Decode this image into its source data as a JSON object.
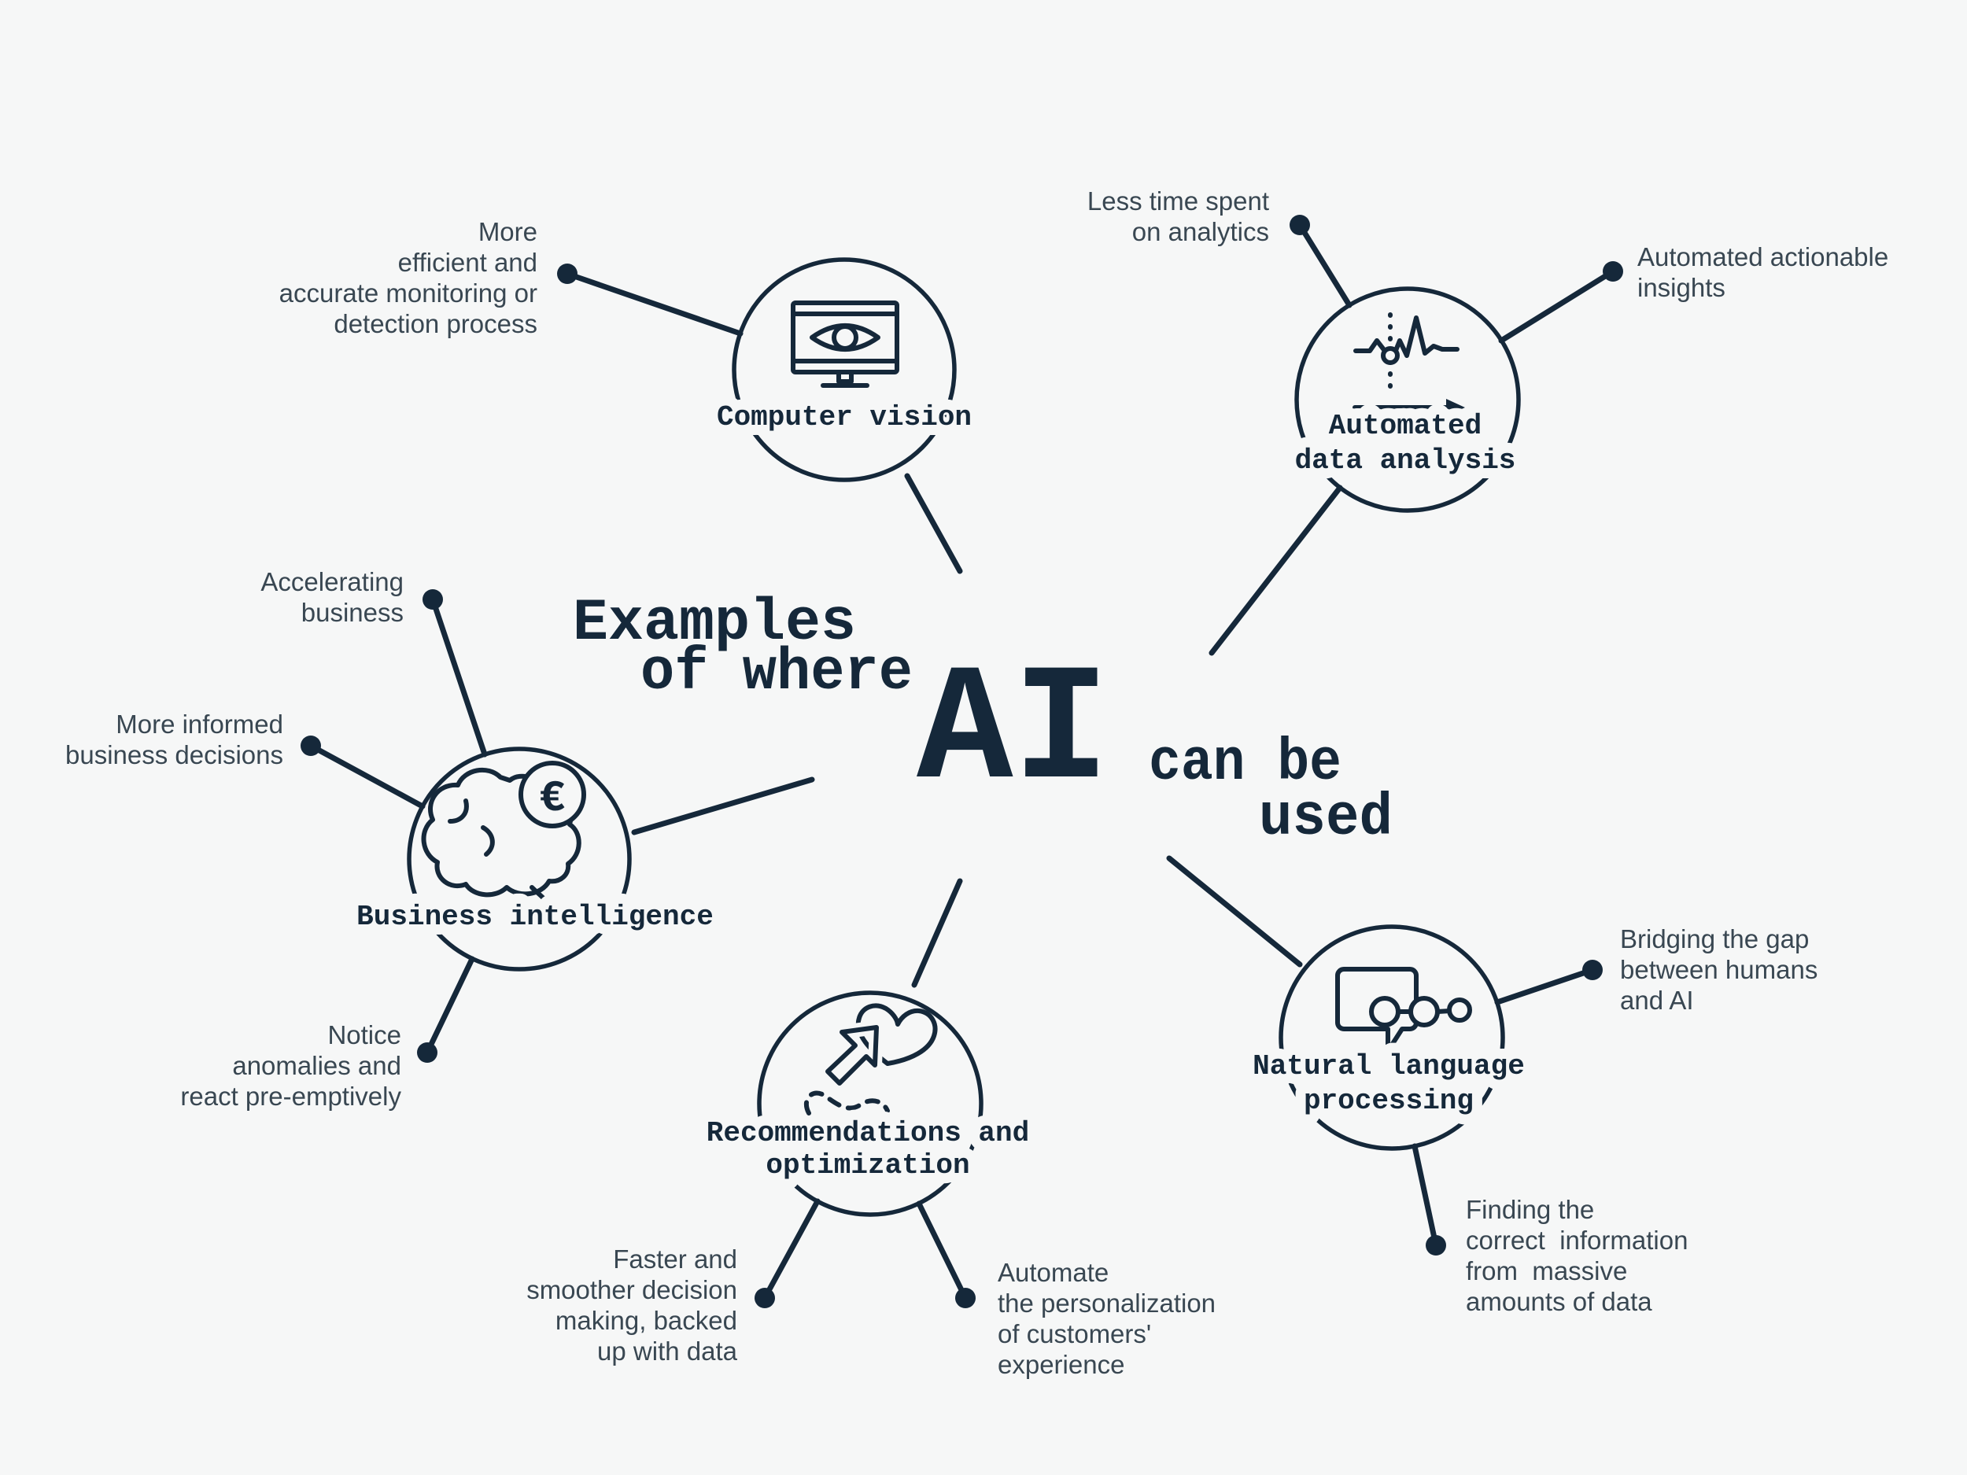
{
  "colors": {
    "background": "#f6f7f7",
    "ink": "#15283a",
    "satellite_text": "#394752"
  },
  "title": {
    "line1": "Examples",
    "line2": "of where",
    "ai": "AI",
    "line3": "can be",
    "line4": "used"
  },
  "nodes": {
    "computer_vision": {
      "label": "Computer vision"
    },
    "automated_data_analysis": {
      "label_line1": "Automated",
      "label_line2": "data analysis"
    },
    "business_intelligence": {
      "label": "Business intelligence"
    },
    "recommendations_optimization": {
      "label_line1": "Recommendations and",
      "label_line2": "optimization"
    },
    "natural_language_processing": {
      "label_line1": "Natural language",
      "label_line2": "processing"
    }
  },
  "satellites": [
    {
      "lines": [
        "More",
        "efficient and",
        "accurate monitoring or",
        "detection process"
      ]
    },
    {
      "lines": [
        "Less time spent",
        "on analytics"
      ]
    },
    {
      "lines": [
        "Automated actionable",
        "insights"
      ]
    },
    {
      "lines": [
        "Accelerating",
        "business"
      ]
    },
    {
      "lines": [
        "More informed",
        "business decisions"
      ]
    },
    {
      "lines": [
        "Notice",
        "anomalies and",
        "react pre-emptively"
      ]
    },
    {
      "lines": [
        "Faster and",
        "smoother decision",
        "making, backed",
        "up with data"
      ]
    },
    {
      "lines": [
        "Automate",
        "the personalization",
        "of customers'",
        "experience"
      ]
    },
    {
      "lines": [
        "Finding the",
        "correct  information",
        "from  massive",
        "amounts of data"
      ]
    },
    {
      "lines": [
        "Bridging the gap",
        "between humans",
        "and AI"
      ]
    }
  ]
}
